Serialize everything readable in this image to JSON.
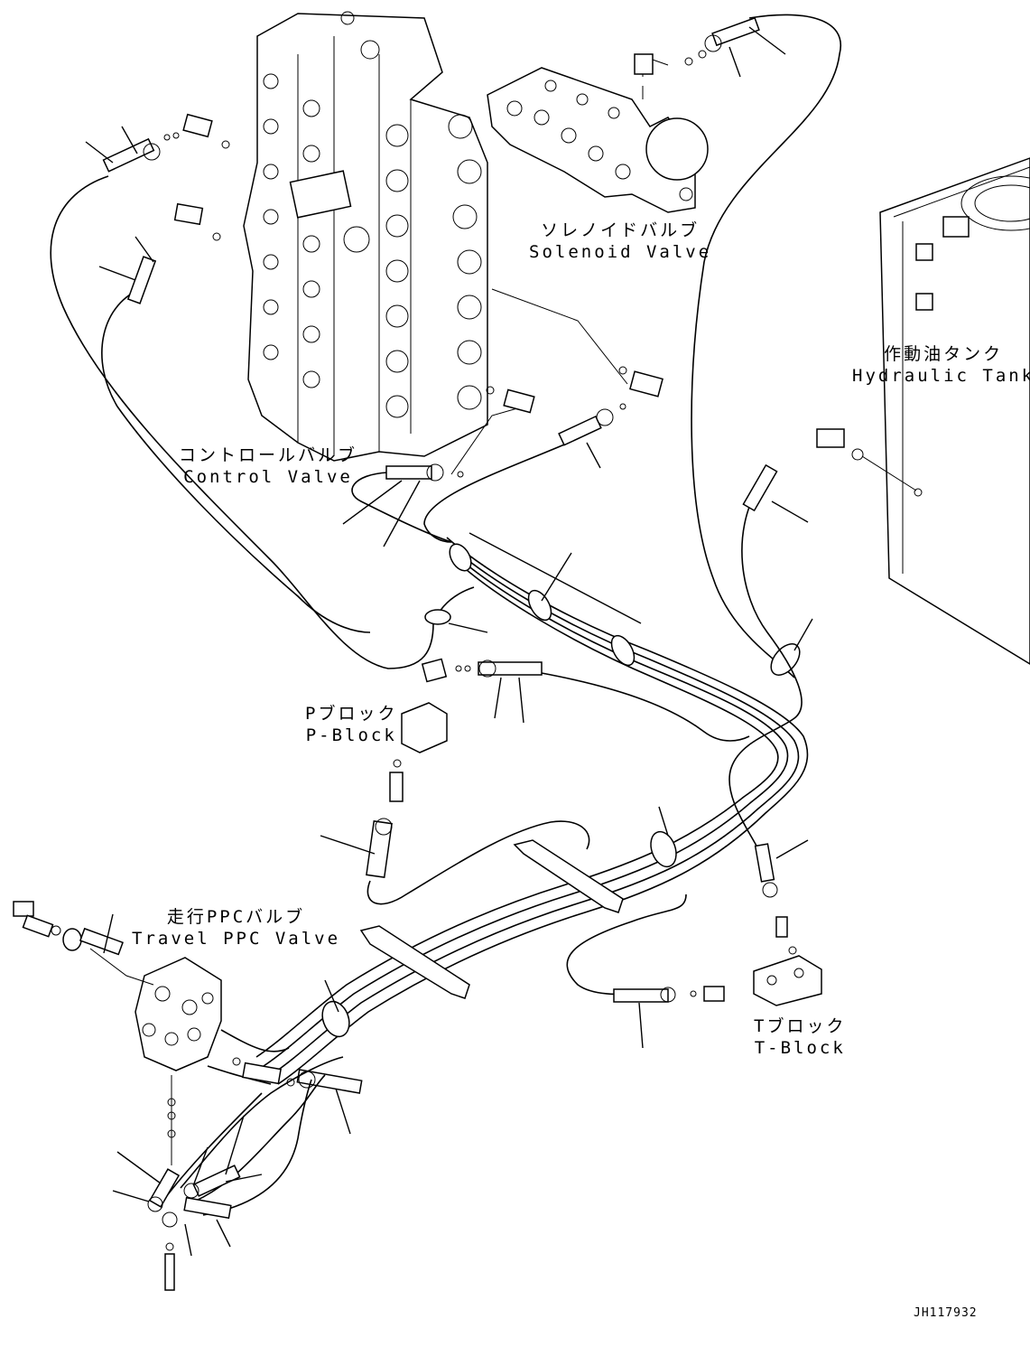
{
  "labels": {
    "control_valve_jp": "コントロールバルブ",
    "control_valve_en": "Control Valve",
    "solenoid_valve_jp": "ソレノイドバルブ",
    "solenoid_valve_en": "Solenoid Valve",
    "hydraulic_tank_jp": "作動油タンク",
    "hydraulic_tank_en": "Hydraulic Tank",
    "p_block_jp": "Pブロック",
    "p_block_en": "P-Block",
    "travel_ppc_jp": "走行PPCバルブ",
    "travel_ppc_en": "Travel PPC Valve",
    "t_block_jp": "Tブロック",
    "t_block_en": "T-Block"
  },
  "drawing_code": "JH117932"
}
